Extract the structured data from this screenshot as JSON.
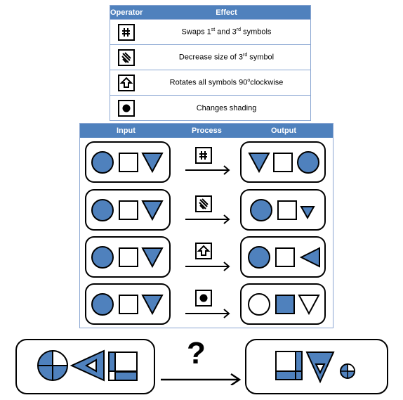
{
  "operator_table": {
    "header_operator": "Operator",
    "header_effect": "Effect",
    "rows": [
      {
        "icon": "hash-icon",
        "effect_text": "Swaps 1",
        "sup1": "st",
        "mid": " and 3",
        "sup2": "rd",
        "end": " symbols"
      },
      {
        "icon": "diagonal-stripes-icon",
        "effect_text": "Decrease size of 3",
        "sup1": "rd",
        "mid": " symbol",
        "sup2": "",
        "end": ""
      },
      {
        "icon": "up-arrow-icon",
        "effect_text": "Rotates all symbols 90",
        "sup1": "o",
        "mid": "clockwise",
        "sup2": "",
        "end": ""
      },
      {
        "icon": "filled-circle-icon",
        "effect_text": "Changes shading",
        "sup1": "",
        "mid": "",
        "sup2": "",
        "end": ""
      }
    ]
  },
  "ipo_table": {
    "header_input": "Input",
    "header_process": "Process",
    "header_output": "Output"
  },
  "puzzle": {
    "question_mark": "?"
  },
  "colors": {
    "shape_fill": "#4f81bd",
    "header_bg": "#4f81bd",
    "grid_line": "#8aa6d2"
  }
}
